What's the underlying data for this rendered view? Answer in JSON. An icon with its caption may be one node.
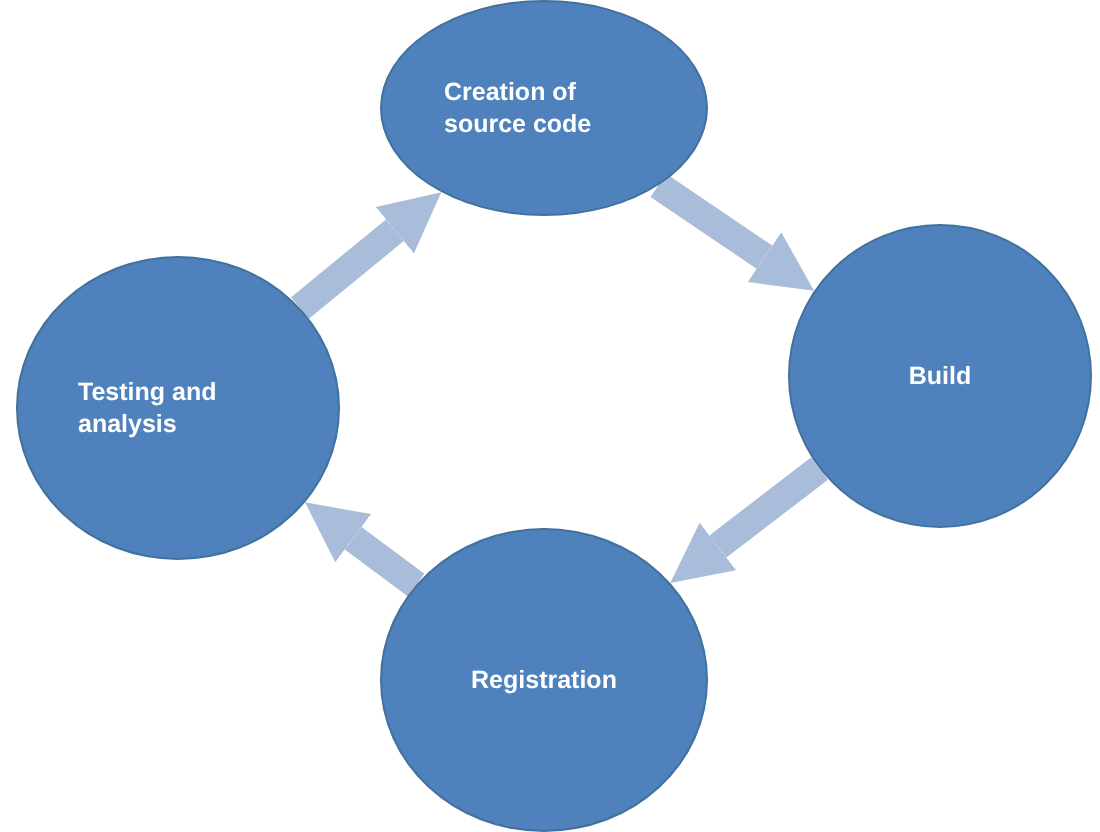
{
  "diagram": {
    "nodes": [
      {
        "text": [
          "Creation of source code"
        ]
      },
      {
        "text": [
          "Build"
        ]
      },
      {
        "text": [
          "Registration"
        ]
      },
      {
        "text": [
          "Testing and analysis"
        ]
      }
    ],
    "edges": [
      {
        "from": 0,
        "to": 1,
        "arrow": "to"
      },
      {
        "from": 1,
        "to": 2,
        "arrow": "to"
      },
      {
        "from": 2,
        "to": 3,
        "arrow": "to"
      },
      {
        "from": 3,
        "to": 0,
        "arrow": "to"
      }
    ]
  }
}
